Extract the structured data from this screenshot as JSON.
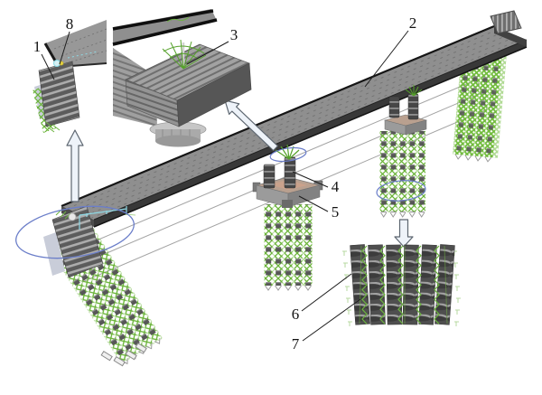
{
  "labels": {
    "l1": "1",
    "l2": "2",
    "l3": "3",
    "l4": "4",
    "l5": "5",
    "l6": "6",
    "l7": "7",
    "l8": "8"
  },
  "colors": {
    "background": "#ffffff",
    "deck_gray": "#8f8f8f",
    "deck_edge_black": "#1c1c1c",
    "pile_green": "#6cb33f",
    "soil_mark_light_green": "#b7d9a0",
    "pier_dark_gray": "#4a4a4a",
    "pile_cap_gray": "#9b9b9b",
    "pile_cap_top_pink": "#c2a18e",
    "highlight_ellipse_blue": "#6b7ec9",
    "bearing_cyan": "#8fd8e4",
    "bearing_dot_yellow": "#e3cf3f",
    "soil_pile_dark": "#4f4f4f",
    "callout_arrow_fill": "#eef3f9",
    "wireframe_gray": "#a3a3a3"
  }
}
